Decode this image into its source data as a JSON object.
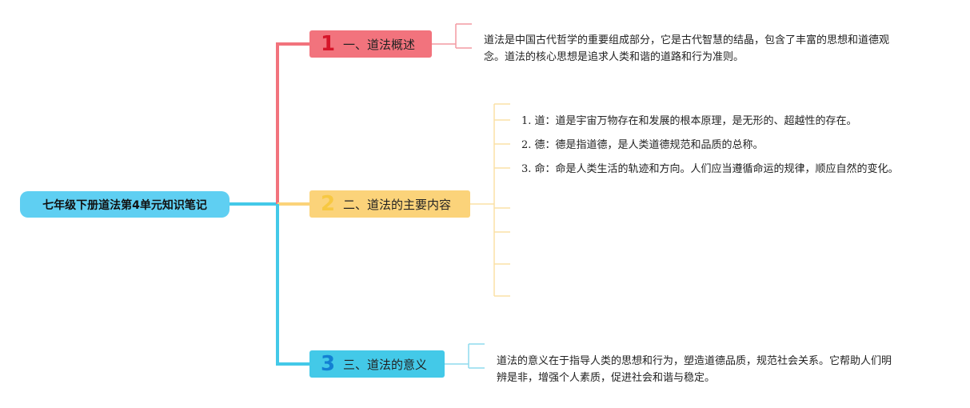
{
  "root": {
    "label": "七年级下册道法第4单元知识笔记"
  },
  "branches": [
    {
      "number": "1",
      "label": "一、道法概述",
      "color": "#f2737d"
    },
    {
      "number": "2",
      "label": "二、道法的主要内容",
      "color": "#fbd37a"
    },
    {
      "number": "3",
      "label": "三、道法的意义",
      "color": "#43c9e8"
    }
  ],
  "overview": {
    "text": "道法是中国古代哲学的重要组成部分，它是古代智慧的结晶，包含了丰富的思想和道德观念。道法的核心思想是追求人类和谐的道路和行为准则。"
  },
  "contents": [
    {
      "index": "1.",
      "text": "道：道是宇宙万物存在和发展的根本原理，是无形的、超越性的存在。"
    },
    {
      "index": "2.",
      "text": "德：德是指道德，是人类道德规范和品质的总称。"
    },
    {
      "index": "3.",
      "text": "命：命是人类生活的轨迹和方向。人们应当遵循命运的规律，顺应自然的变化。"
    }
  ],
  "significance": {
    "text": "道法的意义在于指导人类的思想和行为，塑造道德品质，规范社会关系。它帮助人们明辨是非，增强个人素质，促进社会和谐与稳定。"
  }
}
